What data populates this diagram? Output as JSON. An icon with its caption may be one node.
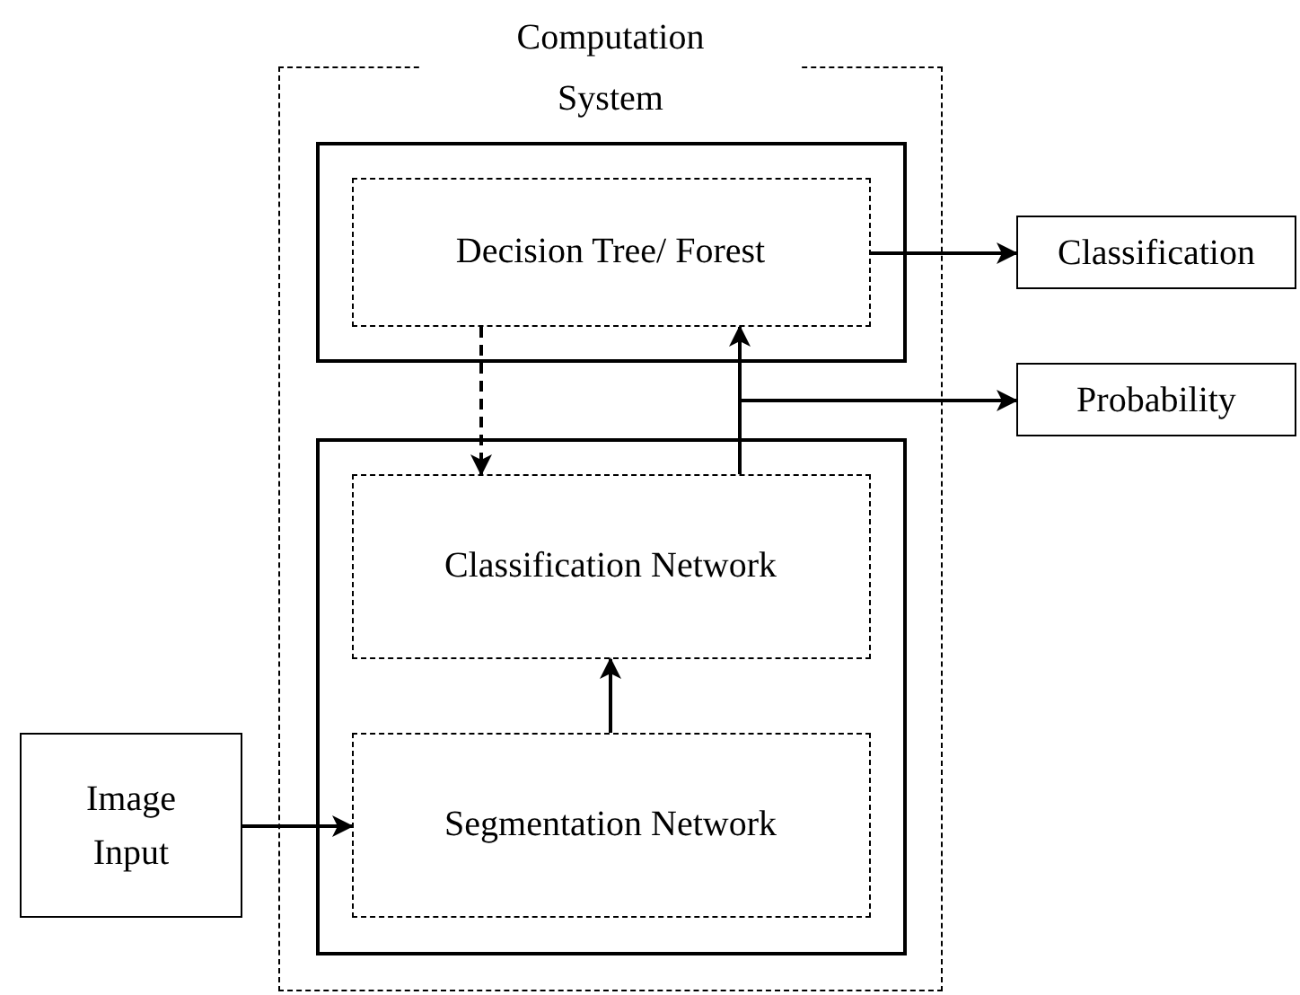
{
  "diagram": {
    "nodes": [
      {
        "text": [
          "Computation System"
        ]
      },
      {
        "text": [],
        "shape": "box",
        "in": 0
      },
      {
        "text": [
          "Decision Tree/ Forest"
        ],
        "in": 1
      },
      {
        "text": [],
        "shape": "box",
        "in": 0
      },
      {
        "text": [
          "Classification Network"
        ],
        "in": 3
      },
      {
        "text": [
          "Segmentation Network"
        ],
        "in": 3
      },
      {
        "text": [
          "Classification"
        ]
      },
      {
        "text": [
          "Probability"
        ]
      },
      {
        "text": [
          "Image Input"
        ]
      }
    ],
    "edges": [
      {
        "from": 2,
        "to": 6,
        "arrow": "to"
      },
      {
        "from": 2,
        "to": 4,
        "arrow": "to",
        "style": "dashed"
      },
      {
        "from": 4,
        "to": 2,
        "arrow": "to"
      },
      {
        "from": 4,
        "to": 7,
        "arrow": "to"
      },
      {
        "from": 5,
        "to": 4,
        "arrow": "to"
      },
      {
        "from": 8,
        "to": 5,
        "arrow": "to"
      }
    ]
  }
}
